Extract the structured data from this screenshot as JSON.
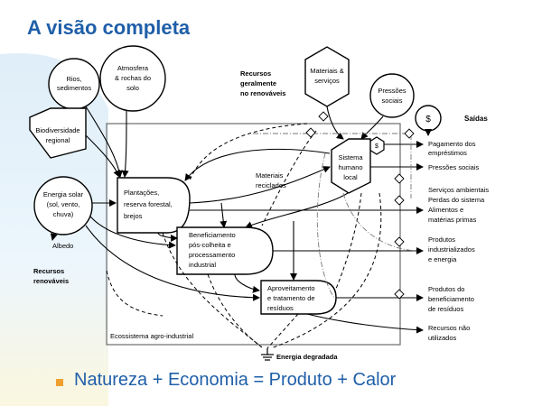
{
  "slide": {
    "title": "A visão completa",
    "bullet": "Natureza + Economia = Produto + Calor"
  },
  "colors": {
    "title": "#1f5fa8",
    "bullet_text": "#1f5fa8",
    "bullet_square": "#f0a030",
    "background_blob": "#e4f2fb",
    "background_blob_lower": "#f8f4d6"
  },
  "diagram": {
    "sources": {
      "rios": [
        "Rios,",
        "sedimentos"
      ],
      "atmosfera": [
        "Atmosfera",
        "& rochas do",
        "solo"
      ],
      "biodiversidade": [
        "Biodiversidade",
        "regional"
      ],
      "energia_solar": [
        "Energia solar",
        "(sol, vento,",
        "chuva)"
      ],
      "materiais_servicos": [
        "Materiais &",
        "serviços"
      ],
      "pressoes": [
        "Pressões",
        "sociais"
      ]
    },
    "processes": {
      "plantacoes": [
        "Plantações,",
        "reserva forestal,",
        "brejos"
      ],
      "beneficiamento": [
        "Beneficiamento",
        "pós-colheita e",
        "processamento",
        "industrial"
      ],
      "aproveitamento": [
        "Aproveitamento",
        "e tratamento de",
        "resíduos"
      ],
      "sistema_humano": [
        "Sistema",
        "humano",
        "local"
      ]
    },
    "labels": {
      "recursos_nao_renovaveis": [
        "Recursos",
        "geralmente",
        "no renováveis"
      ],
      "materiais_reciclados": [
        "Materiais",
        "reciclados"
      ],
      "albedo": "Albedo",
      "recursos_renovaveis": [
        "Recursos",
        "renováveis"
      ],
      "ecossistema": "Ecossistema agro-industrial",
      "energia_degradada": "Energia degradada",
      "saidas": "Saídas",
      "dollar": "$"
    },
    "outputs": {
      "pagamento": [
        "Pagamento dos",
        "empréstimos"
      ],
      "pressoes_sociais": "Pressões sociais",
      "servicos": [
        "Serviços ambientais",
        "Perdas do sistema",
        "Alimentos e",
        "matérias primas"
      ],
      "produtos_industrializados": [
        "Produtos",
        "industrializados",
        "e energia"
      ],
      "produtos_beneficiamento": [
        "Produtos do",
        "beneficiamento",
        "de resíduos"
      ],
      "recursos_nao_utilizados": [
        "Recursos não",
        "utilizados"
      ]
    }
  }
}
